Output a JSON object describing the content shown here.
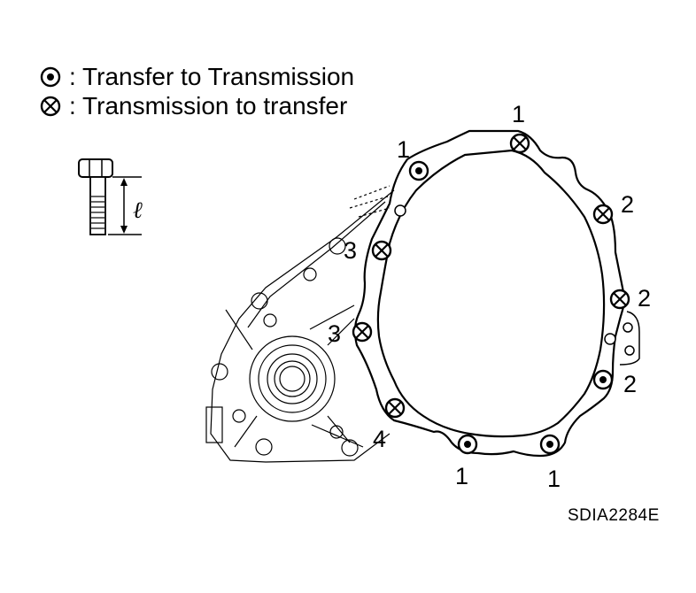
{
  "legend": {
    "items": [
      {
        "symbol": "circle-dot-icon",
        "text": ": Transfer to Transmission"
      },
      {
        "symbol": "circle-cross-icon",
        "text": ": Transmission to transfer"
      }
    ]
  },
  "bolt_figure": {
    "length_symbol": "ℓ"
  },
  "bolt_labels": [
    {
      "id": "top-center",
      "text": "1",
      "type": "cross"
    },
    {
      "id": "top-left",
      "text": "1",
      "type": "dot"
    },
    {
      "id": "right-upper",
      "text": "2",
      "type": "cross"
    },
    {
      "id": "right-middle",
      "text": "2",
      "type": "cross"
    },
    {
      "id": "right-lower",
      "text": "2",
      "type": "dot"
    },
    {
      "id": "left-upper",
      "text": "3",
      "type": "cross"
    },
    {
      "id": "left-middle",
      "text": "3",
      "type": "cross"
    },
    {
      "id": "left-lower",
      "text": "4",
      "type": "cross"
    },
    {
      "id": "bottom-left",
      "text": "1",
      "type": "dot"
    },
    {
      "id": "bottom-right",
      "text": "1",
      "type": "dot"
    }
  ],
  "figure_code": "SDIA2284E"
}
